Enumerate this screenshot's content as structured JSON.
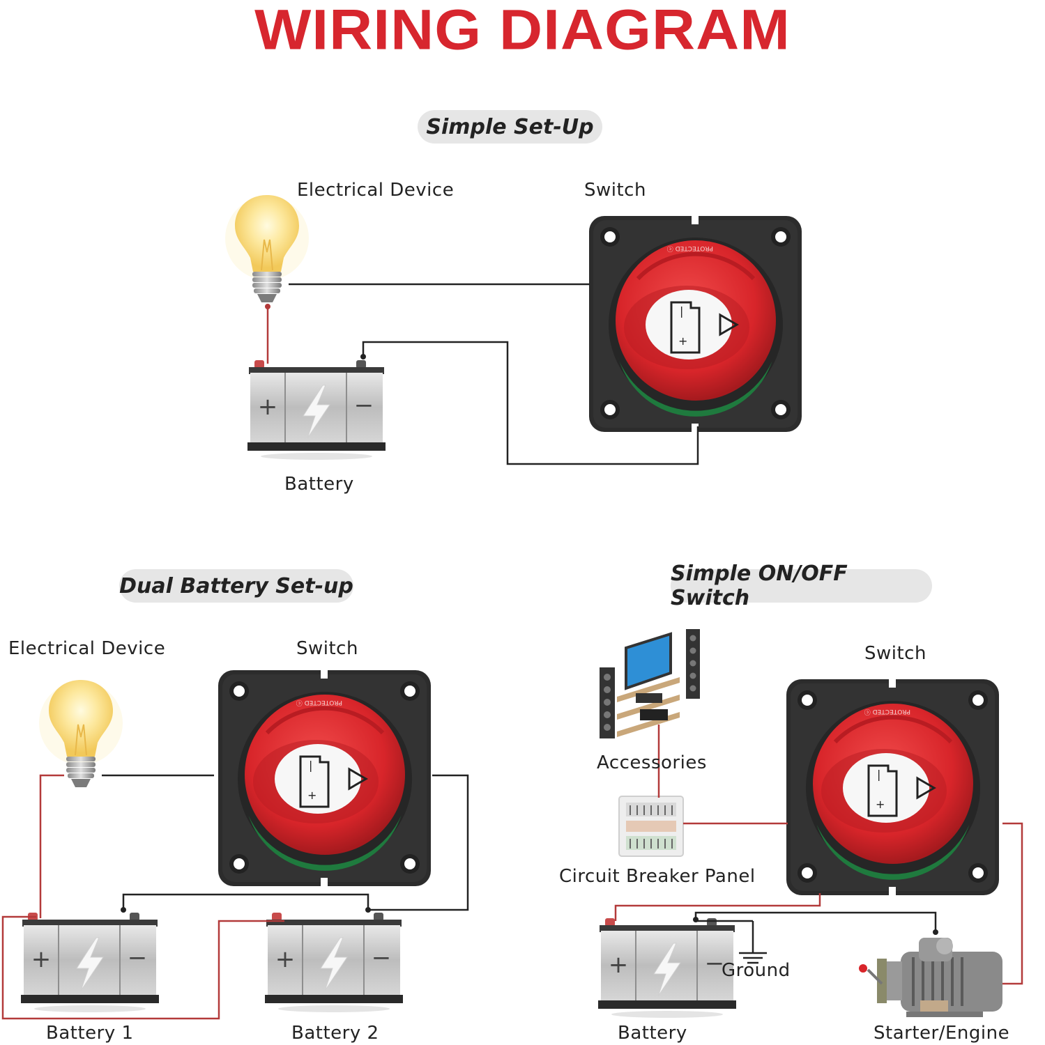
{
  "title": "WIRING DIAGRAM",
  "sections": {
    "simple": {
      "heading": "Simple Set-Up",
      "device_label": "Electrical Device",
      "switch_label": "Switch",
      "battery_label": "Battery"
    },
    "dual": {
      "heading": "Dual Battery Set-up",
      "device_label": "Electrical Device",
      "switch_label": "Switch",
      "battery1_label": "Battery 1",
      "battery2_label": "Battery 2"
    },
    "onoff": {
      "heading": "Simple ON/OFF Switch",
      "switch_label": "Switch",
      "accessories_label": "Accessories",
      "panel_label": "Circuit Breaker Panel",
      "battery_label": "Battery",
      "ground_label": "Ground",
      "engine_label": "Starter/Engine"
    }
  },
  "colors": {
    "title": "#d7262e",
    "wire_black": "#222222",
    "wire_red": "#b33a3a",
    "switch_body": "#2a2a2a",
    "knob_red": "#d8252a"
  }
}
